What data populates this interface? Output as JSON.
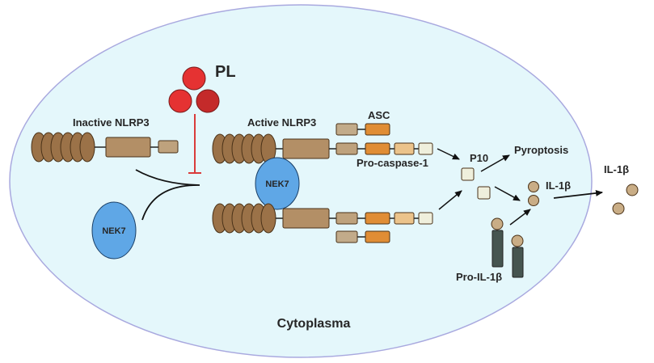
{
  "labels": {
    "pl": "PL",
    "inactive_nlrp3": "Inactive NLRP3",
    "active_nlrp3": "Active NLRP3",
    "asc": "ASC",
    "pro_caspase": "Pro-caspase-1",
    "nek7_active": "NEK7",
    "nek7_free": "NEK7",
    "p10": "P10",
    "pyroptosis": "Pyroptosis",
    "il1b_in": "IL-1β",
    "il1b_out": "IL-1β",
    "pro_il1b": "Pro-IL-1β",
    "cytoplasma": "Cytoplasma"
  },
  "colors": {
    "cell_fill": "#e4f7fb",
    "cell_stroke": "#a9a9df",
    "lrr": "#9b7248",
    "nacht": "#b38f66",
    "pyd": "#bea27d",
    "asc_pyd": "#c2ab8a",
    "asc_card": "#e08d35",
    "caspase_mid": "#ebc38b",
    "caspase_end": "#efefdc",
    "nek7": "#5fa7e6",
    "pl_red": "#e53232",
    "inhibit": "#d93b3b",
    "il1b_ball": "#c9ad86",
    "pro_il1b_body": "#465550"
  }
}
